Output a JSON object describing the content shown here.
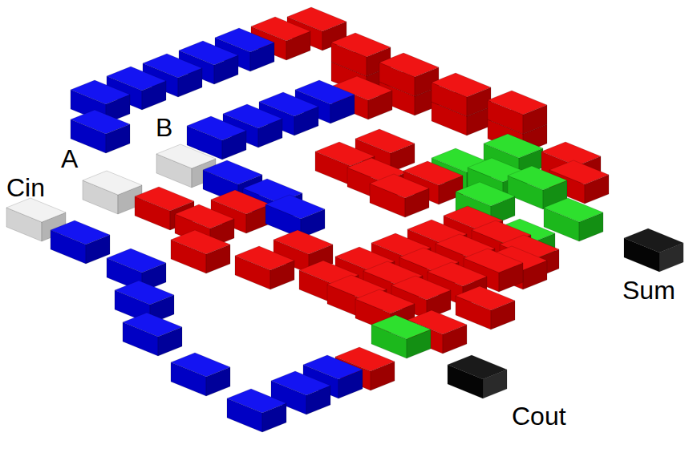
{
  "diagram": {
    "labels": [
      "B",
      "A",
      "Cin",
      "Sum",
      "Cout"
    ]
  }
}
